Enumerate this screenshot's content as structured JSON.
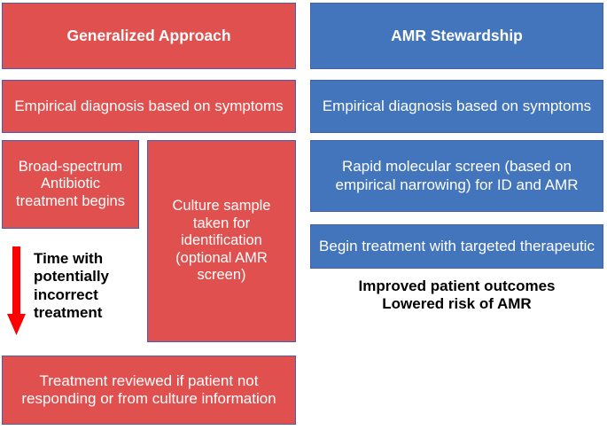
{
  "figure": {
    "columns": [
      {
        "name": "generalized-approach",
        "color": "#e0504f",
        "header": "Generalized Approach",
        "steps": [
          "Empirical diagnosis based on symptoms",
          "Broad-spectrum Antibiotic treatment begins",
          "Culture sample taken for identification (optional AMR screen)",
          "Treatment reviewed if patient not responding or from culture information"
        ],
        "annotation": "Time with potentially incorrect treatment"
      },
      {
        "name": "amr-stewardship",
        "color": "#4375bc",
        "header": "AMR Stewardship",
        "steps": [
          "Empirical diagnosis based on symptoms",
          "Rapid molecular screen (based on empirical narrowing) for ID and AMR",
          "Begin treatment with targeted therapeutic"
        ],
        "annotation": "Improved patient outcomes\nLowered risk of AMR"
      }
    ],
    "arrow": {
      "name": "downward-time-arrow",
      "color": "#ff0000",
      "direction": "down"
    },
    "colors": {
      "red_fill": "#e0504f",
      "blue_fill": "#4375bc",
      "box_border": "#4660ab",
      "arrow_red": "#ff0000",
      "box_text": "#ffffff",
      "plain_text": "#000000",
      "background": "#ffffff"
    }
  }
}
